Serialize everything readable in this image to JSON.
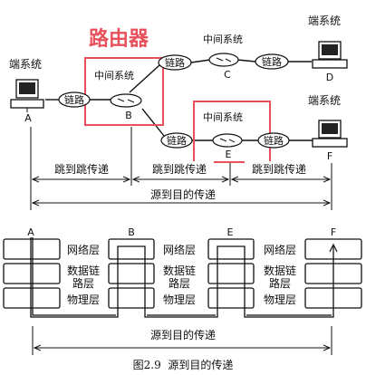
{
  "top": {
    "router_label": "路由器",
    "left_end_system_label": "端系统",
    "right_top_end_system_label": "端系统",
    "right_bottom_end_system_label": "端系统",
    "intermediate_system_1_label": "中间系统",
    "intermediate_system_2_label": "中间系统",
    "intermediate_system_3_label": "中间系统",
    "link_label": "链路",
    "node_a": "A",
    "node_b": "B",
    "node_c": "C",
    "node_d": "D",
    "node_e": "E",
    "node_f": "F",
    "hop_label": "跳到跳传递",
    "source_to_dest_label": "源到目的传递"
  },
  "bottom": {
    "node_a": "A",
    "node_b": "B",
    "node_e": "E",
    "node_f": "F",
    "layer_network": "网络层",
    "layer_datalink_1": "数据链",
    "layer_datalink_2": "路层",
    "layer_physical": "物理层",
    "source_to_dest_label": "源到目的传递"
  },
  "caption": "图2.9  源到目的传递",
  "colors": {
    "highlight": "#e8505b",
    "ink": "#111111"
  }
}
